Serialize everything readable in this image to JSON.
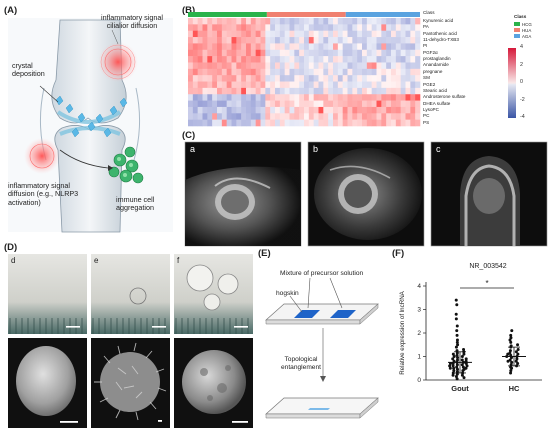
{
  "panels": {
    "A": {
      "label": "(A)",
      "texts": {
        "inflammatory_cilia": "inflammatory signal cilialior diffusion",
        "crystal": "crystal deposition",
        "diffusion": "inflammatory signal diffusion (e.g., NLRP3 activation)",
        "immune": "immune cell aggregation"
      }
    },
    "B": {
      "label": "(B)",
      "row_labels": [
        "Kynurenic acid",
        "PA",
        "Pantothenic acid",
        "11-dehydro-TXB3",
        "PI",
        "PGF2α",
        "prostaglandin",
        "Anandamide",
        "pregnane",
        "SM",
        "PGE2",
        "Stearic acid",
        "Androsterone sulfate",
        "DHEA sulfate",
        "LysoPC",
        "PC",
        "PS"
      ],
      "legend_title": "Class",
      "legend_items": [
        {
          "label": "HCG",
          "color": "#2ab34b"
        },
        {
          "label": "HUA",
          "color": "#f08070"
        },
        {
          "label": "AGA",
          "color": "#5aa3e0"
        }
      ],
      "scale_ticks": [
        "4",
        "2",
        "0",
        "-2",
        "-4"
      ]
    },
    "C": {
      "label": "(C)",
      "sub_labels": [
        "a",
        "b",
        "c"
      ]
    },
    "D": {
      "label": "(D)",
      "sub_labels": [
        "d",
        "e",
        "f"
      ]
    },
    "E": {
      "label": "(E)",
      "texts": {
        "mixture": "Mixture of precursor solution",
        "hogskin": "hogskin",
        "topological": "Topological entanglement"
      }
    },
    "F": {
      "label": "(F)"
    }
  },
  "chart_data": {
    "type": "scatter",
    "title": "NR_003542",
    "ylabel": "Relative expression of lncRNA",
    "categories": [
      "Gout",
      "HC"
    ],
    "ylim": [
      0,
      4
    ],
    "yticks": [
      "0",
      "1",
      "2",
      "3",
      "4"
    ],
    "significance": "*",
    "series": [
      {
        "name": "Gout",
        "mean": 0.75,
        "sd": 0.45,
        "values": [
          0.05,
          0.1,
          0.15,
          0.2,
          0.2,
          0.25,
          0.3,
          0.3,
          0.35,
          0.4,
          0.4,
          0.45,
          0.45,
          0.5,
          0.5,
          0.5,
          0.55,
          0.55,
          0.6,
          0.6,
          0.6,
          0.65,
          0.65,
          0.7,
          0.7,
          0.7,
          0.75,
          0.75,
          0.8,
          0.8,
          0.85,
          0.85,
          0.9,
          0.9,
          0.95,
          1.0,
          1.0,
          1.05,
          1.1,
          1.1,
          1.15,
          1.2,
          1.25,
          1.3,
          1.4,
          1.5,
          1.6,
          1.7,
          1.9,
          2.1,
          2.3,
          2.6,
          2.8,
          3.2,
          3.4
        ]
      },
      {
        "name": "HC",
        "mean": 1.0,
        "sd": 0.4,
        "values": [
          0.3,
          0.4,
          0.5,
          0.55,
          0.6,
          0.65,
          0.7,
          0.75,
          0.8,
          0.8,
          0.85,
          0.9,
          0.95,
          1.0,
          1.0,
          1.05,
          1.1,
          1.1,
          1.15,
          1.2,
          1.25,
          1.3,
          1.4,
          1.45,
          1.5,
          1.6,
          1.7,
          1.8,
          1.9,
          2.1
        ]
      }
    ]
  }
}
